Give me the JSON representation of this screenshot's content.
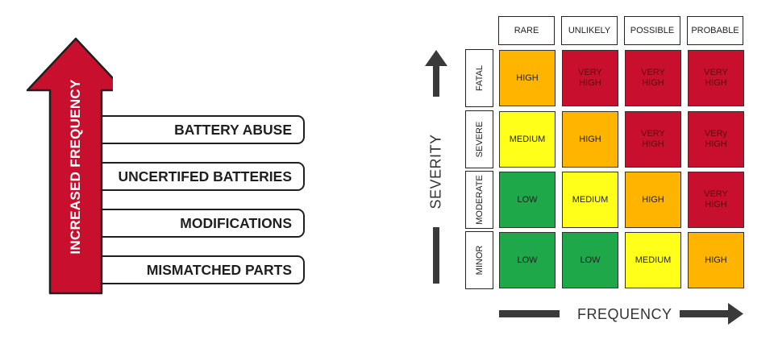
{
  "left_panel": {
    "arrow_label": "INCREASED FREQUENCY",
    "arrow_color": "#c8102e",
    "causes": [
      "BATTERY ABUSE",
      "UNCERTIFED BATTERIES",
      "MODIFICATIONS",
      "MISMATCHED PARTS"
    ]
  },
  "matrix": {
    "frequency_levels": [
      "RARE",
      "UNLIKELY",
      "POSSIBLE",
      "PROBABLE"
    ],
    "severity_levels": [
      "FATAL",
      "SEVERE",
      "MODERATE",
      "MINOR"
    ],
    "x_axis_label": "FREQUENCY",
    "y_axis_label": "SEVERITY",
    "cells": [
      [
        "HIGH",
        "VERY\nHIGH",
        "VERY\nHIGH",
        "VERY\nHIGH"
      ],
      [
        "MEDIUM",
        "HIGH",
        "VERY\nHIGH",
        "VERy\nHIGH"
      ],
      [
        "LOW",
        "MEDIUM",
        "HIGH",
        "VERY\nHIGH"
      ],
      [
        "LOW",
        "LOW",
        "MEDIUM",
        "HIGH"
      ]
    ],
    "level_colors": {
      "LOW": "#1fa84a",
      "MEDIUM": "#ffff1a",
      "HIGH": "#ffb400",
      "VERY HIGH": "#c8102e"
    },
    "axis_color": "#3a3a3a"
  }
}
